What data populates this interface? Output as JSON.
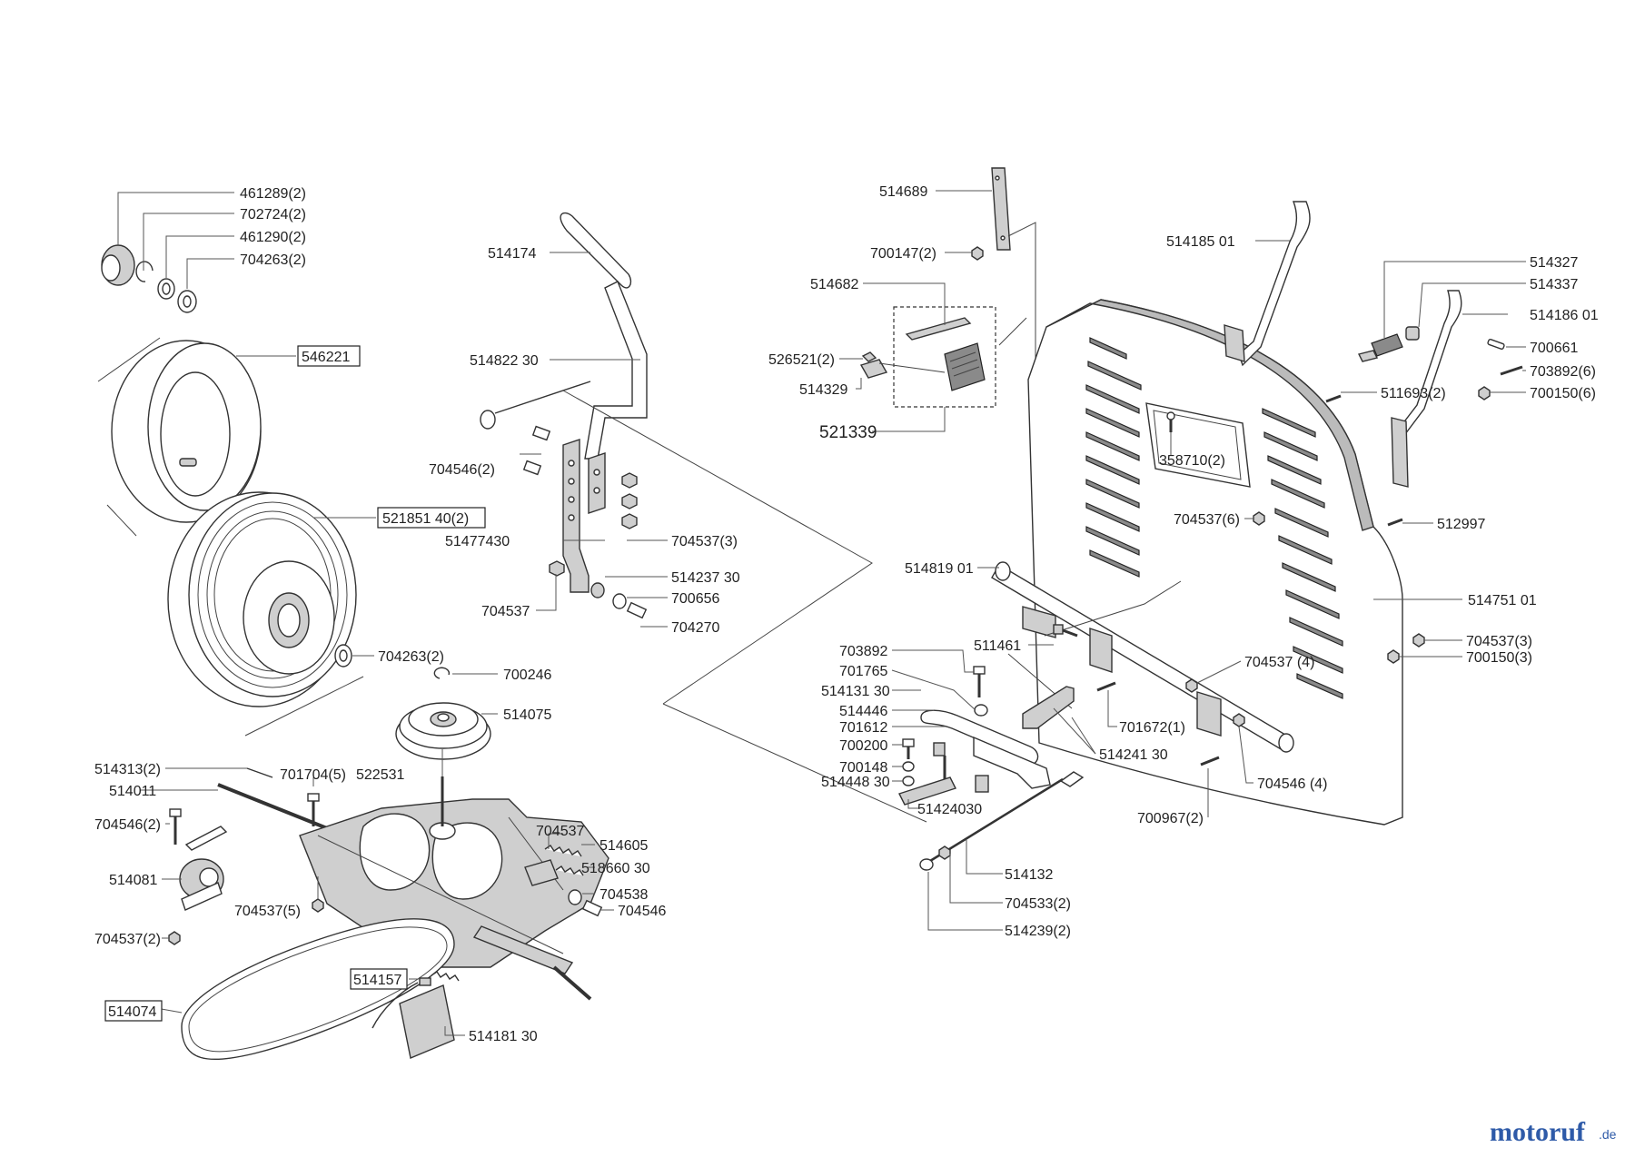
{
  "watermark": {
    "brand": "motoruf",
    "tld": ".de",
    "color_brand": "#2e5aa8",
    "color_accent": "#e08a1e"
  },
  "labels": {
    "l461289": "461289(2)",
    "l702724": "702724(2)",
    "l461290": "461290(2)",
    "l704263a": "704263(2)",
    "l546221": "546221",
    "l52185140": "521851 40(2)",
    "l704263b": "704263(2)",
    "l514174": "514174",
    "l51482230": "514822 30",
    "l704546a": "704546(2)",
    "l704537a": "704537(3)",
    "l51477430": "51477430",
    "l51423730": "514237 30",
    "l700656": "700656",
    "l704537b": "704537",
    "l704270": "704270",
    "l700246": "700246",
    "l514075": "514075",
    "l514313": "514313(2)",
    "l701704": "701704(5)",
    "l514011": "514011",
    "l522531": "522531",
    "l704546b": "704546(2)",
    "l704537c": "704537",
    "l514605": "514605",
    "l51866030": "518660 30",
    "l514081": "514081",
    "l704538": "704538",
    "l704546c": "704546",
    "l704537d": "704537(5)",
    "l704537e": "704537(2)",
    "l514157": "514157",
    "l514074": "514074",
    "l51418130": "514181 30",
    "l514689": "514689",
    "l700147": "700147(2)",
    "l514682": "514682",
    "l526521": "526521(2)",
    "l514329": "514329",
    "l521339": "521339",
    "l51418501": "514185 01",
    "l514327": "514327",
    "l514337": "514337",
    "l51418601": "514186 01",
    "l700661": "700661",
    "l703892a": "703892(6)",
    "l700150a": "700150(6)",
    "l511693": "511693(2)",
    "l358710": "358710(2)",
    "l704537f": "704537(6)",
    "l512997": "512997",
    "l51481901": "514819 01",
    "l51475101": "514751 01",
    "l511461": "511461",
    "l703892b": "703892",
    "l701765": "701765",
    "l51413130": "514131 30",
    "l514446": "514446",
    "l701612": "701612",
    "l700200": "700200",
    "l700148": "700148",
    "l51444830": "514448 30",
    "l51424030": "51424030",
    "l51424130": "514241 30",
    "l704537g": "704537 (4)",
    "l704537h": "704537(3)",
    "l700150b": "700150(3)",
    "l701672": "701672(1)",
    "l704546d": "704546 (4)",
    "l700967": "700967(2)",
    "l514132": "514132",
    "l704533": "704533(2)",
    "l514239": "514239(2)"
  }
}
